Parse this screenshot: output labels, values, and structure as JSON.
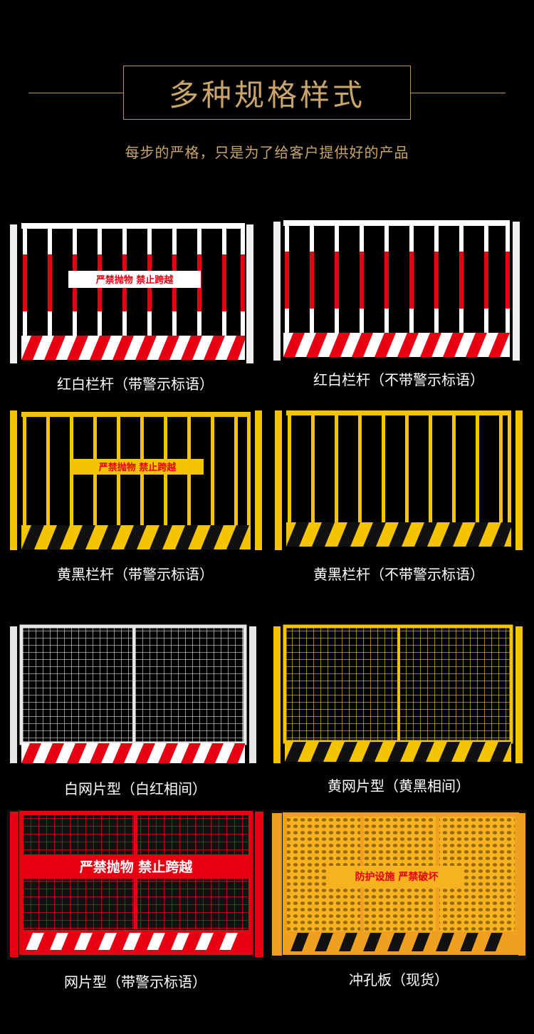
{
  "header": {
    "title": "多种规格样式",
    "subtitle": "每步的严格，只是为了给客户提供好的产品"
  },
  "products": [
    {
      "name": "红白栏杆（带警示标语）",
      "sign": "严禁抛物    禁止跨越",
      "frame": "#ffffff",
      "stripeA": "#e60012",
      "stripeB": "#ffffff",
      "signBg": "#ffffff",
      "signFg": "#e60012"
    },
    {
      "name": "红白栏杆（不带警示标语）",
      "sign": "",
      "frame": "#ffffff",
      "stripeA": "#e60012",
      "stripeB": "#ffffff"
    },
    {
      "name": "黄黑栏杆（带警示标语）",
      "sign": "严禁抛物    禁止跨越",
      "frame": "#f5c400",
      "stripeA": "#111111",
      "stripeB": "#f5c400",
      "signBg": "#f5c400",
      "signFg": "#e60012"
    },
    {
      "name": "黄黑栏杆（不带警示标语）",
      "sign": "",
      "frame": "#f5c400",
      "stripeA": "#111111",
      "stripeB": "#f5c400"
    },
    {
      "name": "白网片型（白红相间）",
      "sign": "",
      "frame": "#e6e6e6",
      "stripeA": "#e60012",
      "stripeB": "#ffffff"
    },
    {
      "name": "黄网片型（黄黑相间）",
      "sign": "",
      "frame": "#f5c400",
      "stripeA": "#111111",
      "stripeB": "#f5c400"
    },
    {
      "name": "网片型（带警示标语）",
      "sign": "严禁抛物    禁止跨越",
      "frame": "#e60012",
      "stripeA": "#ffffff",
      "stripeB": "#e60012",
      "signBg": "#e60012",
      "signFg": "#ffffff"
    },
    {
      "name": "冲孔板（现货）",
      "sign": "防护设施    严禁破坏",
      "frame": "#f0a020",
      "stripeA": "#111111",
      "stripeB": "#f0a020",
      "signBg": "#f7b21f",
      "signFg": "#e60012"
    }
  ]
}
